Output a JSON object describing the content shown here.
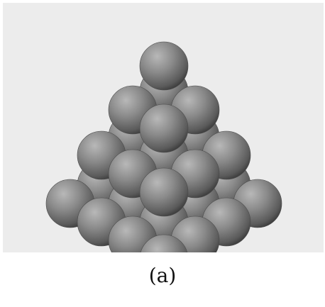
{
  "figure": {
    "caption": "(a)",
    "subject": "pyramid-of-spheres",
    "layers": [
      {
        "level": "base",
        "rows": 4,
        "cols": 4,
        "count": 16
      },
      {
        "level": "second",
        "rows": 3,
        "cols": 3,
        "count": 9
      },
      {
        "level": "third",
        "rows": 2,
        "cols": 2,
        "count": 4
      },
      {
        "level": "apex",
        "rows": 1,
        "cols": 1,
        "count": 1
      }
    ],
    "colors": {
      "background": "#ececec",
      "sphere_light": "#b4b4b4",
      "sphere_mid": "#808080",
      "sphere_dark": "#3c3c3c",
      "caption": "#111111"
    }
  }
}
